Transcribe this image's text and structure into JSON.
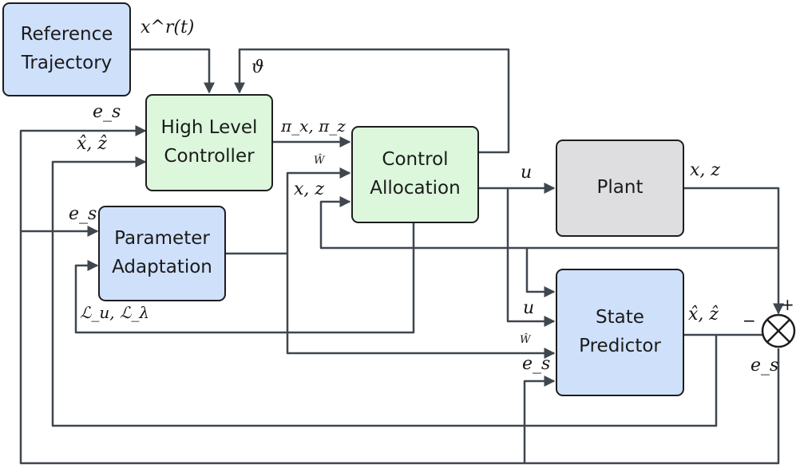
{
  "blocks": {
    "reference_trajectory": "Reference Trajectory",
    "high_level_controller": "High Level Controller",
    "control_allocation": "Control Allocation",
    "plant": "Plant",
    "parameter_adaptation": "Parameter Adaptation",
    "state_predictor": "State Predictor"
  },
  "signals": {
    "reference": "x^r(t)",
    "theta": "ϑ",
    "pi": "π_x, π_z",
    "es_hlc": "e_s",
    "xz_hat_hlc": "x̂, ẑ",
    "w_hat_ca": "Ŵ",
    "xz_ca": "x, z",
    "u_plant": "u",
    "xz_plant": "x, z",
    "es_pa": "e_s",
    "losses": "ℒ_u, ℒ_λ",
    "u_sp": "u",
    "w_hat_sp": "Ŵ",
    "es_sp": "e_s",
    "xz_hat_sp": "x̂, ẑ",
    "es_out": "e_s"
  },
  "summing_junction": {
    "plus": "+",
    "minus": "−"
  },
  "colors": {
    "blue_block": "#cfe0fb",
    "green_block": "#dcf7dc",
    "gray_block": "#dedee0",
    "wire": "#3f464e",
    "border": "#1d1d1f"
  }
}
